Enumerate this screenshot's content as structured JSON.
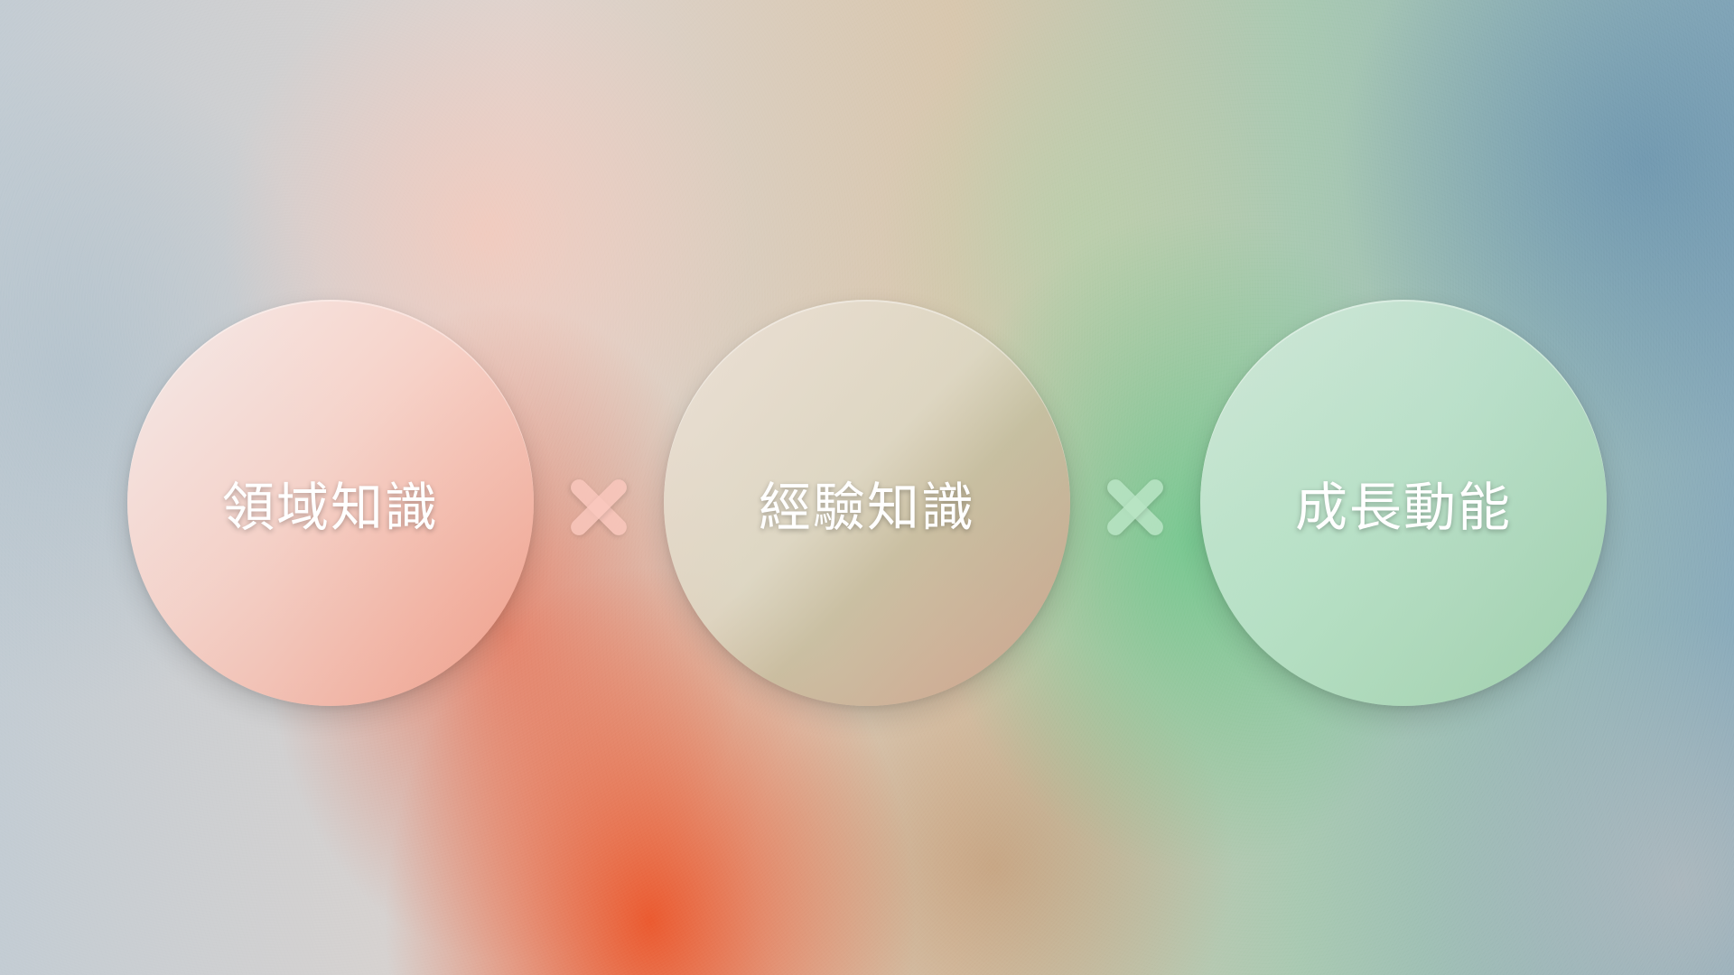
{
  "circles": [
    {
      "label": "領域知識"
    },
    {
      "label": "經驗知識"
    },
    {
      "label": "成長動能"
    }
  ],
  "operators": [
    {
      "icon": "multiply-icon"
    },
    {
      "icon": "multiply-icon"
    }
  ],
  "colors": {
    "accent_orange": "#ea5428",
    "accent_green": "#6ec88c",
    "accent_blue": "#6e96af"
  }
}
